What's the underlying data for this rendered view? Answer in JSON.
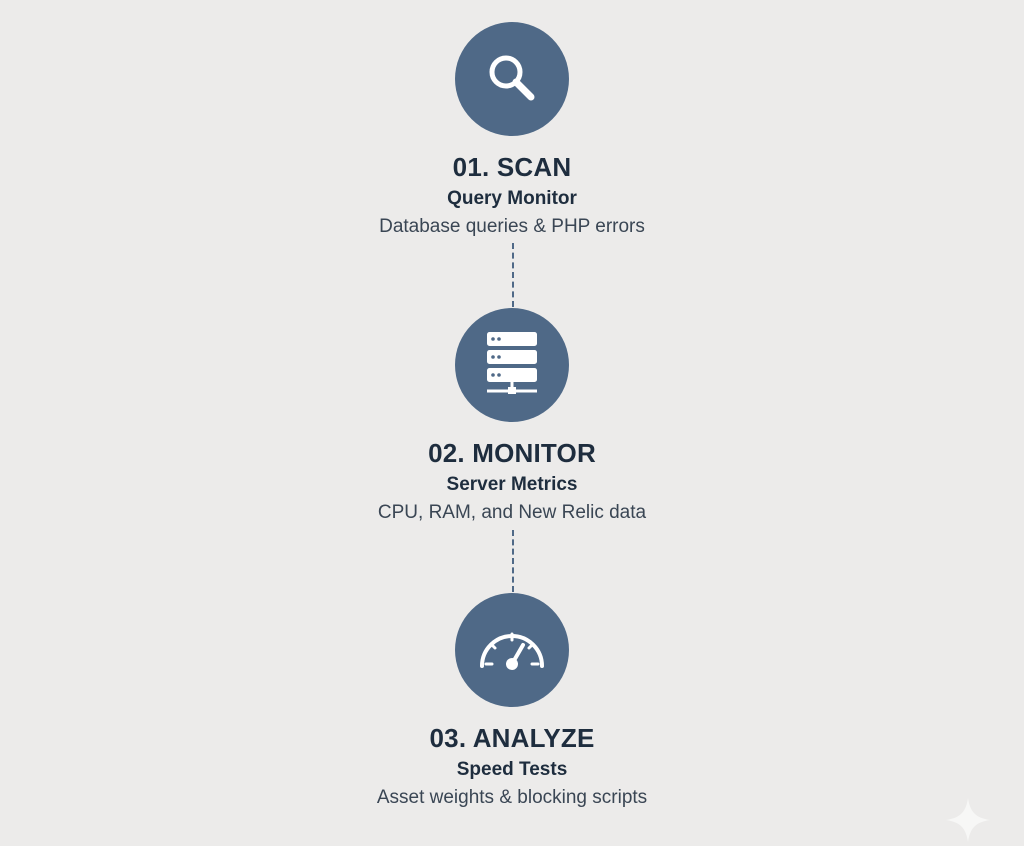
{
  "colors": {
    "accent": "#4f6987",
    "title": "#1e2d3e",
    "desc": "#3a4654",
    "background": "#ecebea"
  },
  "steps": [
    {
      "title": "01. SCAN",
      "subtitle": "Query Monitor",
      "description": "Database queries & PHP errors",
      "icon": "magnifier-icon"
    },
    {
      "title": "02. MONITOR",
      "subtitle": "Server Metrics",
      "description": "CPU, RAM, and New Relic data",
      "icon": "server-icon"
    },
    {
      "title": "03. ANALYZE",
      "subtitle": "Speed Tests",
      "description": "Asset weights & blocking scripts",
      "icon": "speedometer-icon"
    }
  ],
  "watermark": {
    "icon": "sparkle-icon"
  }
}
